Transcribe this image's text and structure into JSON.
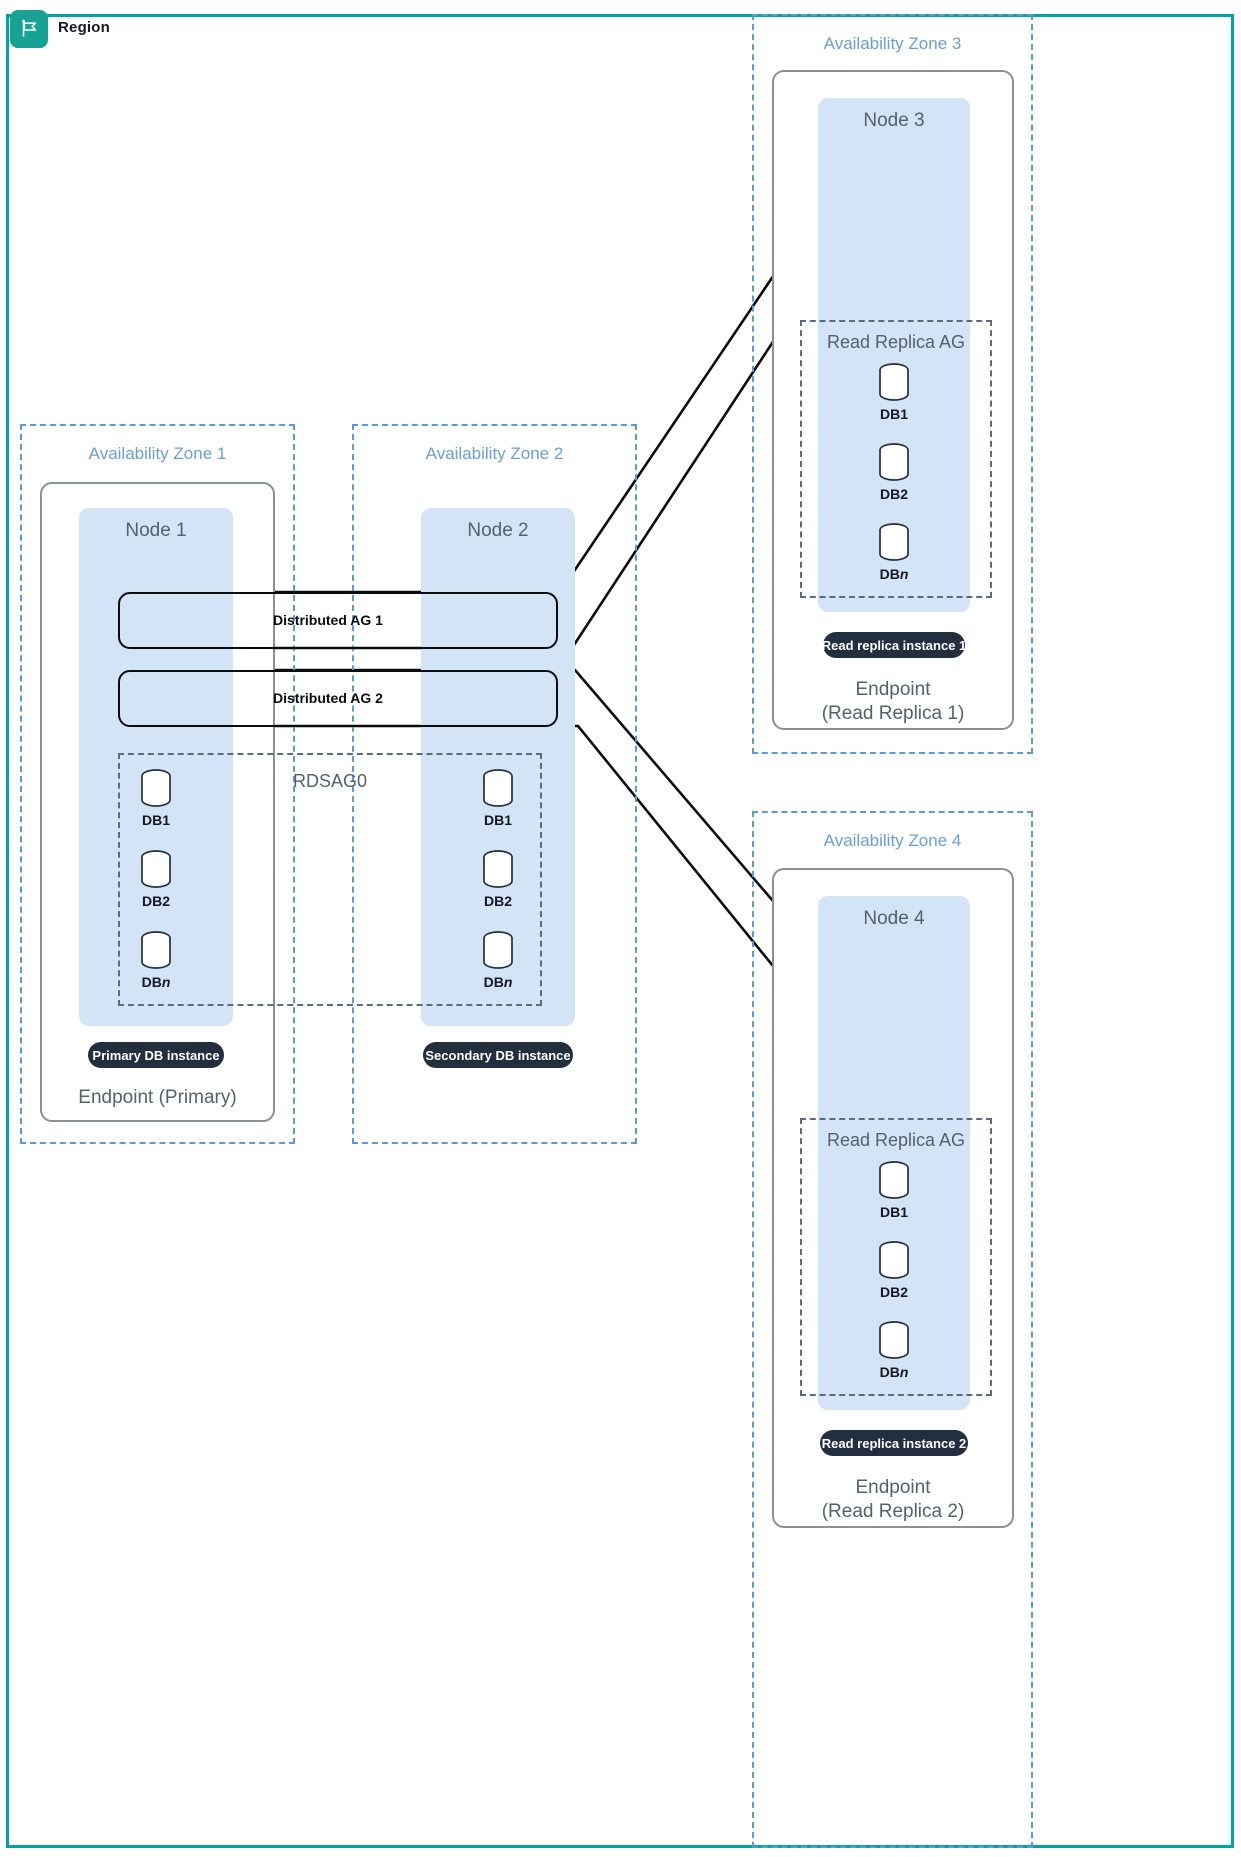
{
  "region": {
    "title": "Region",
    "icon": "region-flag-icon",
    "border_color": "#00A4A6",
    "icon_bg": "#16A394"
  },
  "colors": {
    "az_border": "#5A9BD5",
    "az_label": "#6A9FD4",
    "node_fill": "#D4E4F7",
    "node_outline": "#8a8f98",
    "ag_dash": "#5a6b80",
    "badge_bg": "#232F3E",
    "text_gray": "#54616e",
    "connector": "#0c0c0c"
  },
  "zones": [
    {
      "id": "az1",
      "label": "Availability Zone 1",
      "node_label": "Node 1",
      "badge": "Primary DB instance",
      "endpoint_lines": [
        "Endpoint (Primary)"
      ],
      "databases": [
        {
          "name": "DB",
          "suffix": "1"
        },
        {
          "name": "DB",
          "suffix": "2"
        },
        {
          "name": "DB",
          "suffix": "n",
          "italic": true
        }
      ]
    },
    {
      "id": "az2",
      "label": "Availability Zone 2",
      "node_label": "Node 2",
      "badge": "Secondary DB instance",
      "endpoint_lines": [],
      "databases": [
        {
          "name": "DB",
          "suffix": "1"
        },
        {
          "name": "DB",
          "suffix": "2"
        },
        {
          "name": "DB",
          "suffix": "n",
          "italic": true
        }
      ]
    },
    {
      "id": "az3",
      "label": "Availability Zone 3",
      "node_label": "Node 3",
      "ag_label": "Read Replica AG",
      "badge": "Read replica instance 1",
      "endpoint_lines": [
        "Endpoint",
        "(Read Replica 1)"
      ],
      "databases": [
        {
          "name": "DB",
          "suffix": "1"
        },
        {
          "name": "DB",
          "suffix": "2"
        },
        {
          "name": "DB",
          "suffix": "n",
          "italic": true
        }
      ]
    },
    {
      "id": "az4",
      "label": "Availability Zone 4",
      "node_label": "Node 4",
      "ag_label": "Read Replica AG",
      "badge": "Read replica instance 2",
      "endpoint_lines": [
        "Endpoint",
        "(Read Replica 2)"
      ],
      "databases": [
        {
          "name": "DB",
          "suffix": "1"
        },
        {
          "name": "DB",
          "suffix": "2"
        },
        {
          "name": "DB",
          "suffix": "n",
          "italic": true
        }
      ]
    }
  ],
  "availability_group": {
    "primary_ag_label": "RDSAG0"
  },
  "distributed_ags": [
    {
      "label": "Distributed AG 1"
    },
    {
      "label": "Distributed AG 2"
    }
  ]
}
